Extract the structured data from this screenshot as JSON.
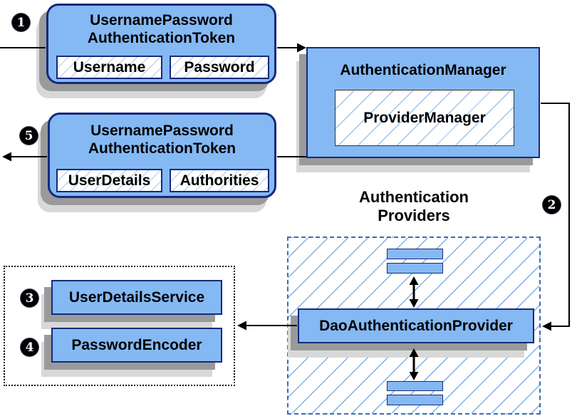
{
  "colors": {
    "node_fill": "#85b9f3",
    "node_border": "#15297c",
    "hatch_line": "#7fb0e2",
    "dashed_border": "#3a6cb5",
    "connector": "#000000",
    "shadow_dark": "#9a9a9a",
    "shadow_light": "#d8d8d8",
    "badge_bg": "#000000",
    "badge_text": "#ffffff"
  },
  "badges": {
    "step1": "1",
    "step2": "2",
    "step3": "3",
    "step4": "4",
    "step5": "5"
  },
  "request_token": {
    "title_line1": "UsernamePassword",
    "title_line2": "AuthenticationToken",
    "fields": [
      "Username",
      "Password"
    ]
  },
  "auth_manager": {
    "title": "AuthenticationManager",
    "provider": "ProviderManager"
  },
  "response_token": {
    "title_line1": "UsernamePassword",
    "title_line2": "AuthenticationToken",
    "fields": [
      "UserDetails",
      "Authorities"
    ]
  },
  "providers": {
    "label_line1": "Authentication",
    "label_line2": "Providers",
    "dao": "DaoAuthenticationProvider"
  },
  "services": {
    "user_details_service": "UserDetailsService",
    "password_encoder": "PasswordEncoder"
  }
}
